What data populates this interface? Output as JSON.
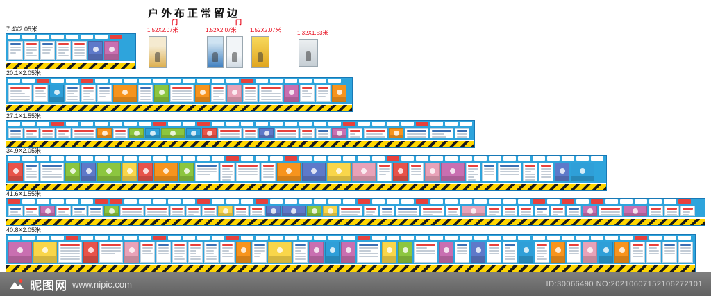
{
  "title": "户外布正常留边",
  "doors": [
    "门",
    "门"
  ],
  "posters": [
    {
      "size_label": "1.52X2.07米",
      "variant": "worker"
    },
    {
      "size_label": "1.52X2.07米",
      "variant": "city"
    },
    {
      "size_label": "",
      "variant": "pair"
    },
    {
      "size_label": "1.52X2.07米",
      "variant": "helmet"
    },
    {
      "size_label": "1.32X1.53米",
      "variant": "photo"
    }
  ],
  "banners": [
    {
      "size_label": "7.4X2.05米"
    },
    {
      "size_label": "20.1X2.05米"
    },
    {
      "size_label": "27.1X1.55米"
    },
    {
      "size_label": "34.9X2.05米"
    },
    {
      "size_label": "41.6X1.55米"
    },
    {
      "size_label": "40.8X2.05米"
    }
  ],
  "watermark": {
    "logo": "昵图网",
    "url": "www.nipic.com",
    "id_text": "ID:30066490 NO:20210607152106272101"
  },
  "colors": {
    "banner_blue": "#2ea4dc",
    "banner_border": "#1879b6",
    "hazard_yellow": "#ffd600",
    "label_red": "#e60012",
    "poster_palette": [
      "#e8534a",
      "#f7941d",
      "#8cc63f",
      "#2f9fd8",
      "#f9d64a",
      "#c96fb1",
      "#5e79c9",
      "#e8a2b8"
    ]
  }
}
